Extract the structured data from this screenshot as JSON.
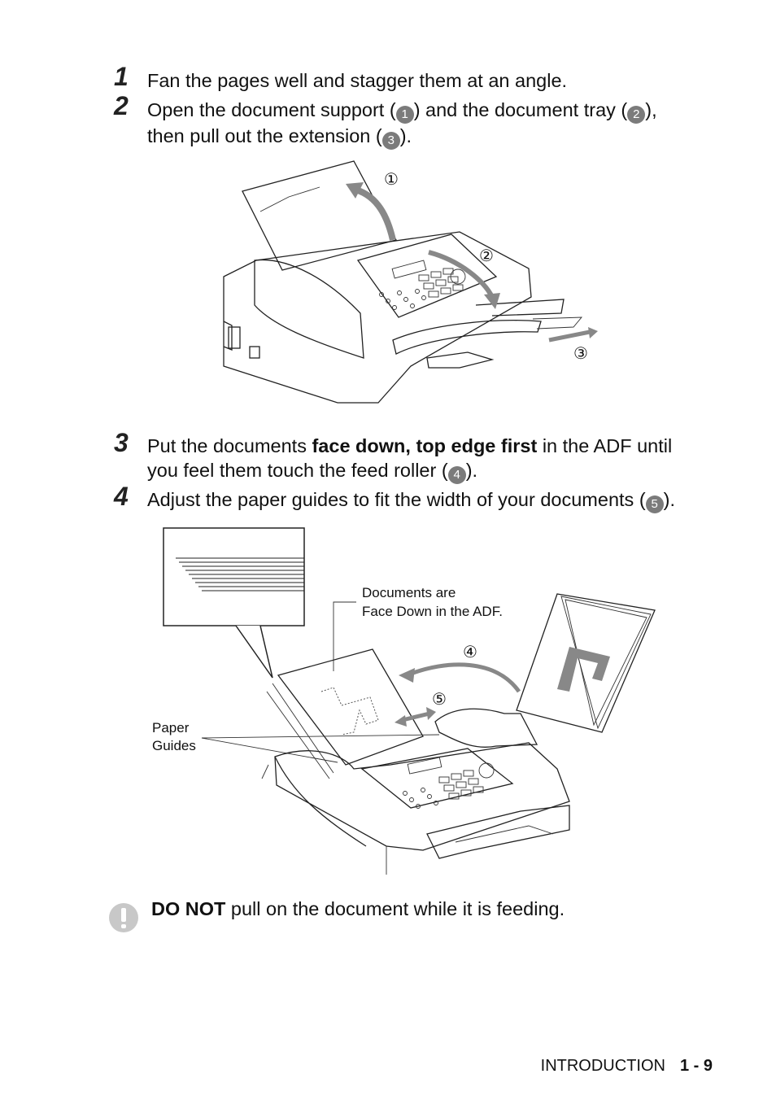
{
  "steps": [
    {
      "num": "1",
      "text": "Fan the pages well and stagger them at an angle."
    },
    {
      "num": "2",
      "line1_a": "Open the document support (",
      "line1_b": ") and the document tray (",
      "line1_c": "),",
      "line2_a": "then pull out the extension (",
      "line2_b": ")."
    },
    {
      "num": "3",
      "a": "Put the documents ",
      "bold": "face down, top edge first",
      "b": " in the ADF until",
      "line2_a": "you feel them touch the feed roller (",
      "line2_b": ")."
    },
    {
      "num": "4",
      "a": "Adjust the paper guides to fit the width of your documents (",
      "b": ")."
    }
  ],
  "circled": {
    "n1": "1",
    "n2": "2",
    "n3": "3",
    "n4": "4",
    "n5": "5"
  },
  "figure1": {
    "callout1": "①",
    "callout2": "②",
    "callout3": "③"
  },
  "figure2": {
    "doc_label_line1": "Documents are",
    "doc_label_line2": "Face Down in the ADF.",
    "guides_line1": "Paper",
    "guides_line2": "Guides",
    "callout4": "④",
    "callout5": "⑤"
  },
  "note": {
    "bold": "DO NOT",
    "text": " pull on the document while it is feeding."
  },
  "footer": {
    "section": "INTRODUCTION",
    "page": "1 - 9"
  }
}
